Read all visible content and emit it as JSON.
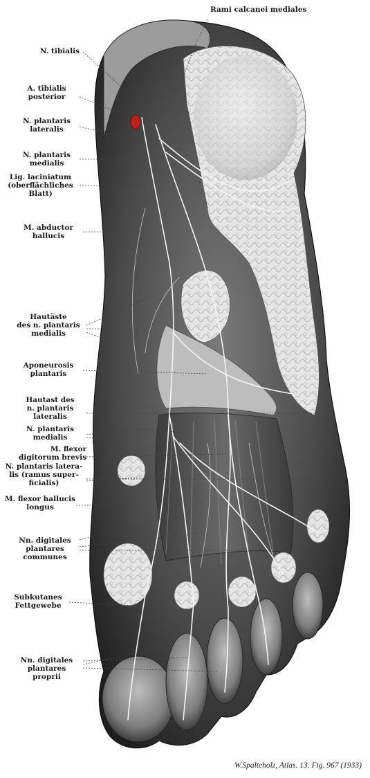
{
  "labels": {
    "rami_calcanei": "Rami calcanei mediales",
    "n_tibialis": "N. tibialis",
    "a_tibialis": "A. tibialis\nposterior",
    "n_plantaris_lat_1": "N. plantaris\nlateralis",
    "n_plantaris_med_1": "N. plantaris\nmedialis",
    "lig_laciniatum": "Lig. laciniatum\n(oberflächliches\nBlatt)",
    "m_abductor": "M. abductor\nhallucis",
    "hautaeste": "Hautäste\ndes n. plantaris\nmedialis",
    "aponeurosis": "Aponeurosis\nplantaris",
    "hautast": "Hautast des\nn. plantaris\nlateralis",
    "n_plantaris_med_2": "N. plantaris\nmedialis",
    "m_flexor_dig": "M. flexor\ndigitorum brevis",
    "n_plantaris_lat_2": "N. plantaris latera-\nlis (ramus super-\nficialis)",
    "m_flexor_hall": "M. flexor hallucis\nlongus",
    "nn_digitales_comm": "Nn. digitales\nplantares\ncommunes",
    "subkutanes": "Subkutanes\nFettgewebe",
    "nn_digitales_prop": "Nn. digitales\nplantares\nproprii"
  },
  "caption": "W.Spalteholz, Atlas. 13. Fig. 967 (1933)",
  "colors": {
    "artery": "#c0201a",
    "skin_dark": "#3a3a3a",
    "fat": "#dcdcdc",
    "nerve": "#f4f4f4"
  }
}
